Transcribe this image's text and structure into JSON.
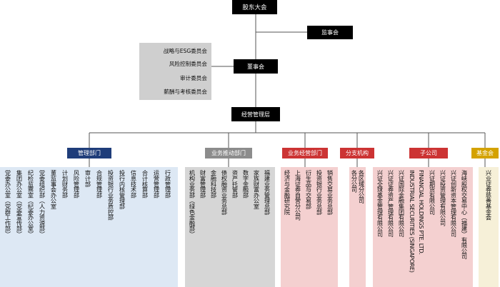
{
  "colors": {
    "top_node": "#000000",
    "management": "#1f3d7a",
    "business_support": "#8c8c8c",
    "business_ops": "#cc3333",
    "branches": "#cc3333",
    "subsidiaries": "#cc3333",
    "foundation": "#d4a200",
    "panel_blue": "#dde8f4",
    "panel_gray": "#d6d6d6",
    "panel_pink": "#f4d0d0",
    "panel_yellow": "#f6f0d8",
    "connector": "#555555"
  },
  "top": {
    "shareholders": "股东大会",
    "supervisors": "监事会",
    "board": "董事会",
    "management": "经营管理层"
  },
  "committees": [
    "战略与ESG委员会",
    "风险控制委员会",
    "审计委员会",
    "薪酬与考核委员会"
  ],
  "categories": {
    "management": {
      "title": "管理部门",
      "columns": [
        "党委办公室（党群工作部）",
        "集团办公室（党委宣传部）",
        "纪检监察室（纪委办公室）",
        "党委组织部（人力资源部）",
        "董监事会办公室",
        "计划财务部",
        "风险管理部",
        "审计部",
        "合规管理部",
        "投资银行业务质控部",
        "投行内核管理部",
        "信息技术部",
        "合计核算部",
        "运营管理部",
        "行政管理部"
      ]
    },
    "business_support": {
      "title": "业务推动部门",
      "columns": [
        "机构业务部（绿色金融部）",
        "财富管理部",
        "金融科技部",
        "债权融资业务总部",
        "资产托管部",
        "数字金融部",
        "家族财富办公室",
        "福建业务管理总部"
      ]
    },
    "business_ops": {
      "title": "业务经营部门",
      "columns": [
        "经济与金融研究院",
        "上海证券自营分公司",
        "衍生品与交易部",
        "投资银行业务总部",
        "销售交易业务总部"
      ]
    },
    "branches": {
      "title": "分支机构",
      "columns": [
        "各分公司",
        "各区域分公司"
      ]
    },
    "subsidiaries": {
      "title": "子公司",
      "columns": [
        "兴证全球基金管理有限公司",
        "兴证证券资产管理有限公司",
        "兴证国际金融集团有限公司",
        "INDUSTRIAL SECURITIES (SINGAPORE)",
        "FINANCIAL HOLDINGS PTE. LTD.",
        "兴证期货有限公司",
        "兴证投资管理有限公司",
        "兴证创新资本管理有限公司",
        "海峡股权交易中心（福建）有限公司"
      ]
    },
    "foundation": {
      "title": "基金会",
      "columns": [
        "兴业证券慈善基金会"
      ]
    }
  }
}
